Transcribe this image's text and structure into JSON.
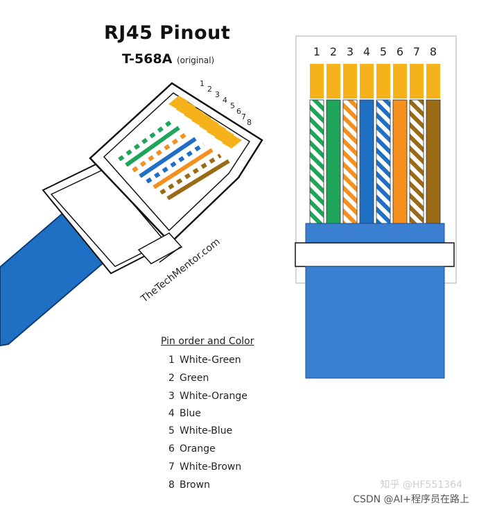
{
  "title": "RJ45  Pinout",
  "standard": "T-568A",
  "standard_note": "(original)",
  "credit": "TheTechMentor.com",
  "legend_title": "Pin order and Color",
  "colors": {
    "orange": "#f5901e",
    "green": "#1fa55a",
    "blue": "#1f6fc5",
    "brown": "#9a6a16",
    "gold": "#f6b21a",
    "cable_blue": "#3a7fd0"
  },
  "pins": [
    {
      "num": "1",
      "label": "White-Green",
      "color": "green",
      "striped": true
    },
    {
      "num": "2",
      "label": "Green",
      "color": "green",
      "striped": false
    },
    {
      "num": "3",
      "label": "White-Orange",
      "color": "orange",
      "striped": true
    },
    {
      "num": "4",
      "label": "Blue",
      "color": "blue",
      "striped": false
    },
    {
      "num": "5",
      "label": "White-Blue",
      "color": "blue",
      "striped": true
    },
    {
      "num": "6",
      "label": "Orange",
      "color": "orange",
      "striped": false
    },
    {
      "num": "7",
      "label": "White-Brown",
      "color": "brown",
      "striped": true
    },
    {
      "num": "8",
      "label": "Brown",
      "color": "brown",
      "striped": false
    }
  ],
  "watermark_faint": "知乎 @HF551364",
  "watermark": "CSDN @AI+程序员在路上"
}
